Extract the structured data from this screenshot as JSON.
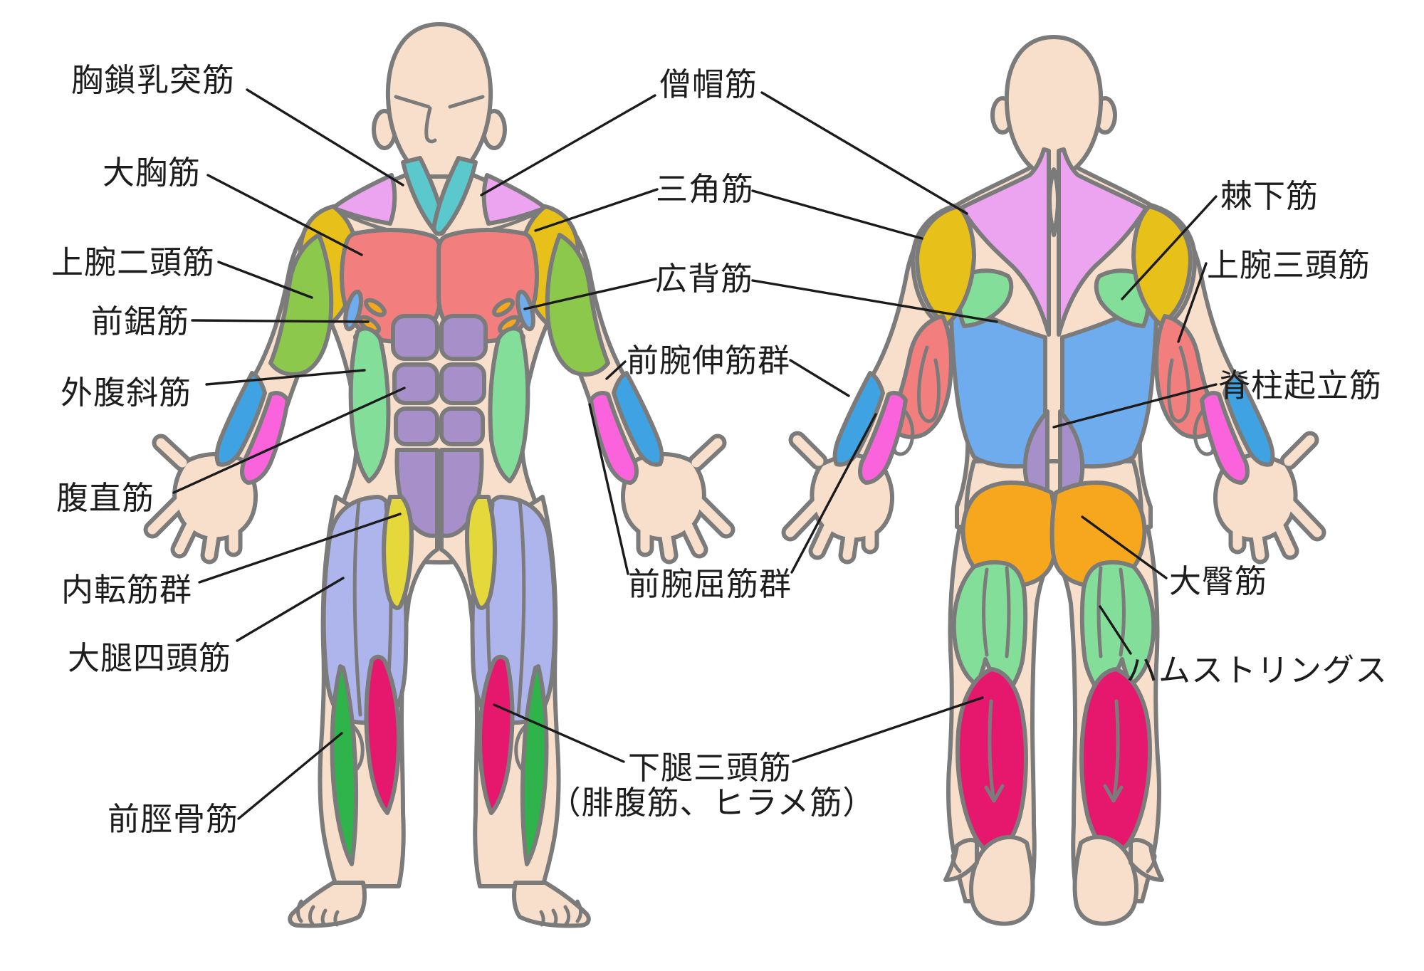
{
  "colors": {
    "skin": "#F8DFCB",
    "outline": "#7B7B7B",
    "leader": "#1B1B1B",
    "label_text": "#1D1D1D",
    "scm": "#5BC8CE",
    "trapezius": "#EDA4F0",
    "deltoid": "#E7C01A",
    "pectoralis": "#F37E7E",
    "biceps": "#8CC84B",
    "serratus": "#F6A71E",
    "lats": "#6FACEE",
    "obliques": "#83DE99",
    "abs": "#A78FC9",
    "forearm_extensors": "#3FA2E2",
    "forearm_flexors": "#FB63DC",
    "quadriceps": "#AEB5EC",
    "adductors": "#E5D83B",
    "tibialis": "#2FB44B",
    "calf": "#E6186E",
    "infraspinatus": "#83DE99",
    "triceps": "#F37E7E",
    "erector": "#A78FC9",
    "glutes": "#F6A71E",
    "hamstrings": "#83DE99"
  },
  "labels": {
    "scm": {
      "text": "胸鎖乳突筋"
    },
    "pec": {
      "text": "大胸筋"
    },
    "biceps": {
      "text": "上腕二頭筋"
    },
    "serratus": {
      "text": "前鋸筋"
    },
    "obliques": {
      "text": "外腹斜筋"
    },
    "abs": {
      "text": "腹直筋"
    },
    "adductors": {
      "text": "内転筋群"
    },
    "quadriceps": {
      "text": "大腿四頭筋"
    },
    "tibialis": {
      "text": "前脛骨筋"
    },
    "trapezius": {
      "text": "僧帽筋"
    },
    "deltoid": {
      "text": "三角筋"
    },
    "lats": {
      "text": "広背筋"
    },
    "forearm_extensors": {
      "text": "前腕伸筋群"
    },
    "forearm_flexors": {
      "text": "前腕屈筋群"
    },
    "calf": {
      "text": "下腿三頭筋",
      "subtext": "（腓腹筋、ヒラメ筋）"
    },
    "infraspinatus": {
      "text": "棘下筋"
    },
    "triceps": {
      "text": "上腕三頭筋"
    },
    "erector": {
      "text": "脊柱起立筋"
    },
    "glutes": {
      "text": "大臀筋"
    },
    "hamstrings": {
      "text": "ハムストリングス"
    }
  }
}
